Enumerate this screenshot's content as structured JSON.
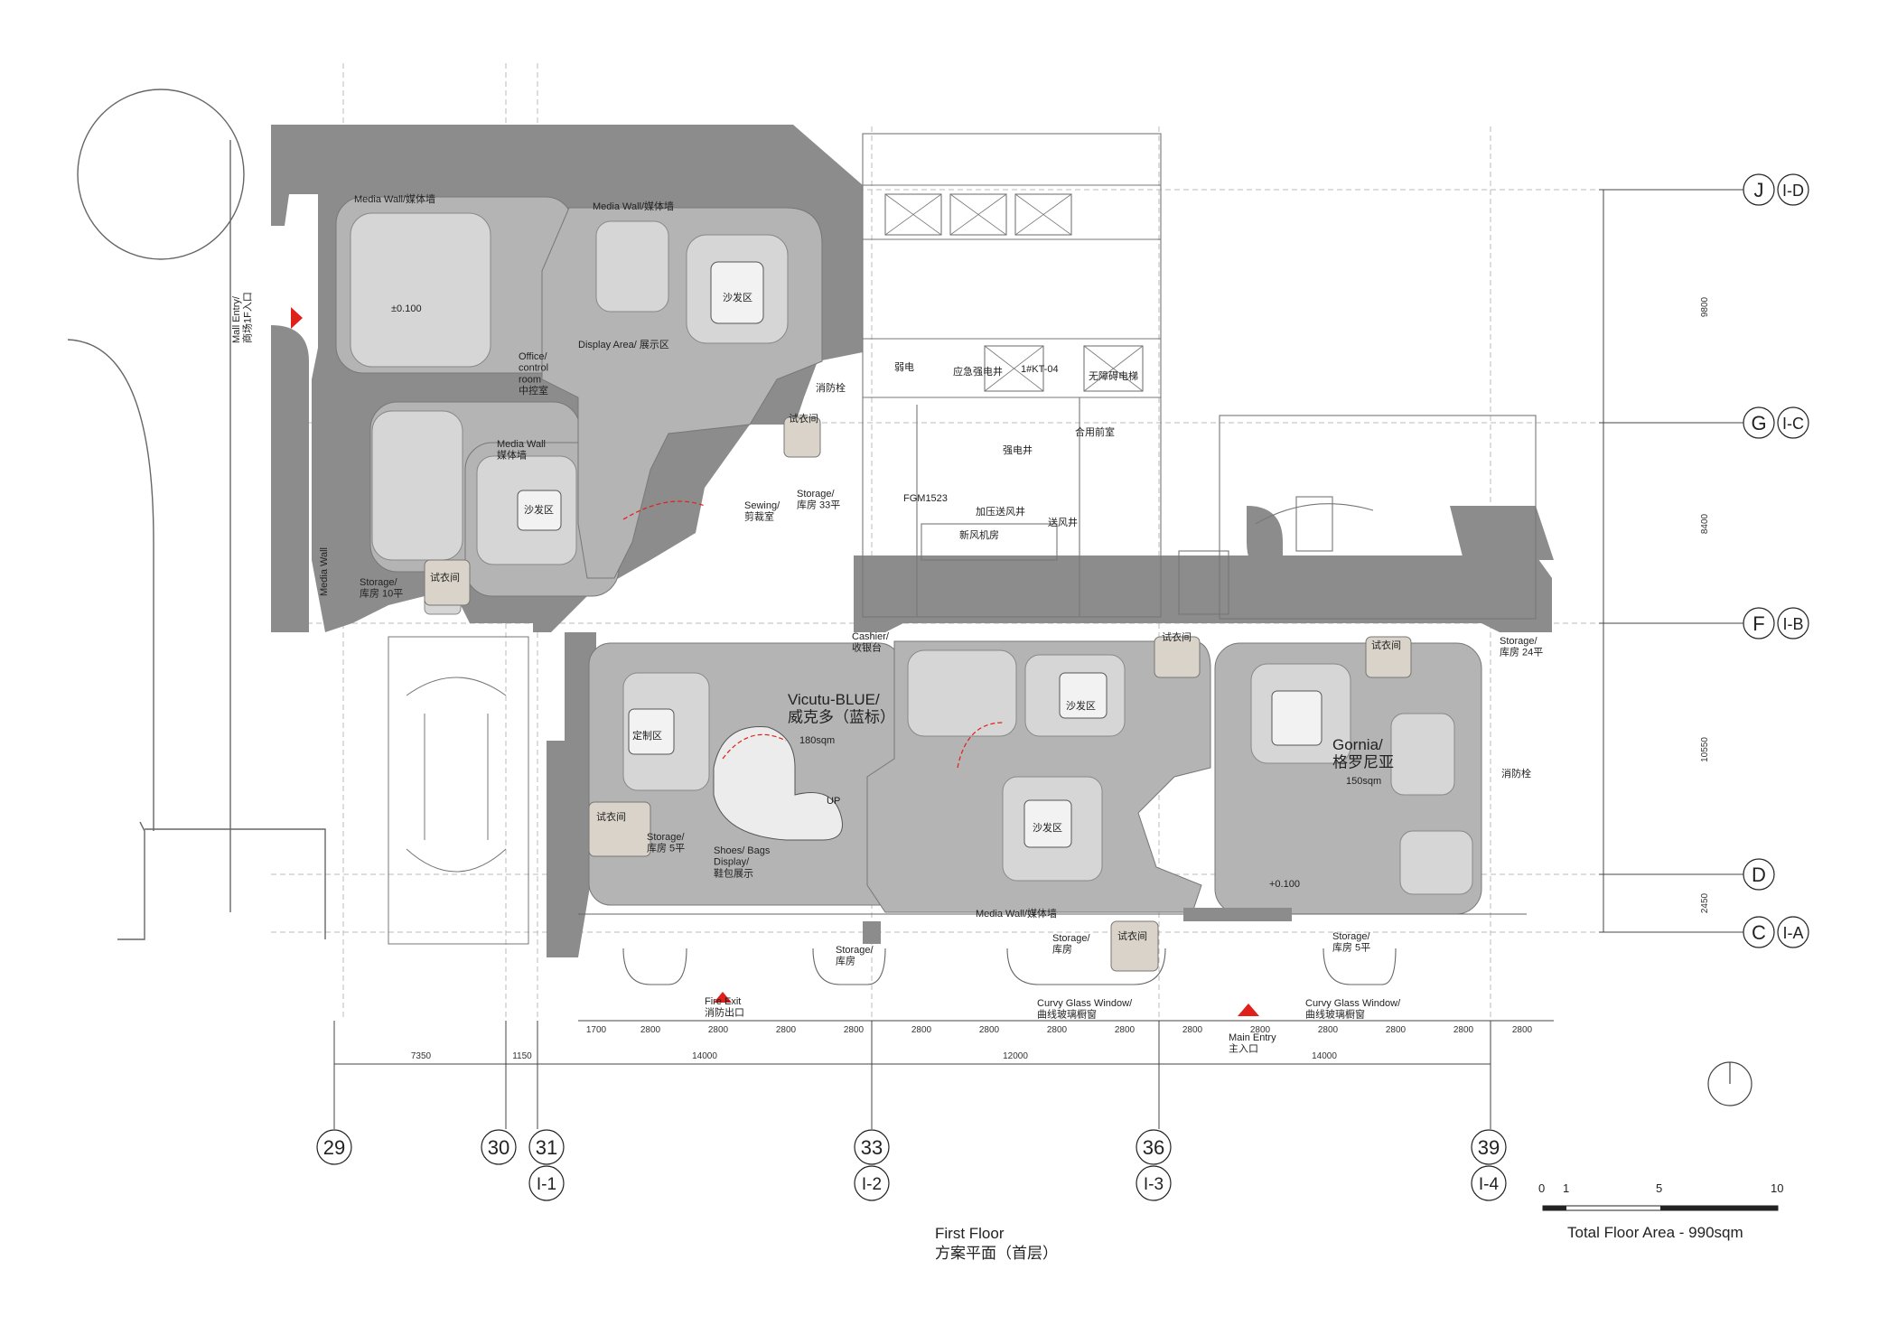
{
  "title": {
    "line1": "First Floor",
    "line2": "方案平面（首层）"
  },
  "total_area": "Total Floor Area -  990sqm",
  "scale_bar": [
    "0",
    "1",
    "5",
    "10"
  ],
  "grid_right": [
    {
      "a": "J",
      "b": "I-D"
    },
    {
      "a": "G",
      "b": "I-C"
    },
    {
      "a": "F",
      "b": "I-B"
    },
    {
      "a": "D",
      "b": ""
    },
    {
      "a": "C",
      "b": "I-A"
    }
  ],
  "grid_right_dims": [
    "9800",
    "8400",
    "10550",
    "2450"
  ],
  "grid_bottom": [
    {
      "a": "29",
      "b": ""
    },
    {
      "a": "30",
      "b": ""
    },
    {
      "a": "31",
      "b": "I-1"
    },
    {
      "a": "33",
      "b": "I-2"
    },
    {
      "a": "36",
      "b": "I-3"
    },
    {
      "a": "39",
      "b": "I-4"
    }
  ],
  "dims_row1": [
    "1700",
    "2800",
    "2800",
    "2800",
    "2800",
    "2800",
    "2800",
    "2800",
    "2800",
    "2800",
    "2800",
    "2800",
    "2800",
    "2800",
    "2800"
  ],
  "dims_row2": [
    "7350",
    "1150",
    "14000",
    "12000",
    "14000"
  ],
  "rooms": {
    "media_wall_top": "Media Wall/媒体墙",
    "media_wall_top2": "Media Wall/媒体墙",
    "level": "±0.100",
    "display_area": "Display Area/ 展示区",
    "office": "Office/\ncontrol\nroom\n中控室",
    "media_wall_mid": "Media Wall\n媒体墙",
    "media_wall_vertical": "Media Wall",
    "storage_10": "Storage/\n库房  10平",
    "fitting": "试衣间",
    "sewing": "Sewing/\n剪裁室",
    "storage_33": "Storage/\n库房  33平",
    "sofa": "沙发区",
    "fire_hydrant": "消防栓",
    "cashier": "Cashier/\n收银台",
    "vicutu": "Vicutu-BLUE/\n威克多（蓝标）",
    "vicutu_area": "180sqm",
    "gornia": "Gornia/\n格罗尼亚",
    "gornia_area": "150sqm",
    "storage_24": "Storage/\n库房  24平",
    "storage_5": "Storage/\n库房  5平",
    "shoes": "Shoes/ Bags\nDisplay/\n鞋包展示",
    "up": "UP",
    "storage": "Storage/\n库房",
    "storage_5b": "Storage/\n库房  5平",
    "media_wall_bottom": "Media Wall/媒体墙",
    "level2": "+0.100",
    "mall_entry": "Mall Entry/\n商场1F入口",
    "fire_exit": "Fire Exit\n消防出口",
    "curvy1": "Curvy Glass Window/\n曲线玻璃橱窗",
    "curvy2": "Curvy Glass Window/\n曲线玻璃橱窗",
    "main_entry": "Main Entry\n主入口",
    "weak": "弱电",
    "emergency": "应急强电井",
    "kt": "1#KT-04",
    "elevator": "无障碍电梯",
    "strong": "强电井",
    "front": "合用前室",
    "fgm": "FGM1523",
    "pressure": "加压送风井",
    "fresh": "新风机房",
    "vent": "送风井",
    "custom": "定制区"
  },
  "colors": {
    "dark_grey": "#8c8c8c",
    "mid_grey": "#b4b4b4",
    "light_grey": "#d6d6d6",
    "fitting_fill": "#d9d3c9",
    "arrow_red": "#e0201b"
  }
}
